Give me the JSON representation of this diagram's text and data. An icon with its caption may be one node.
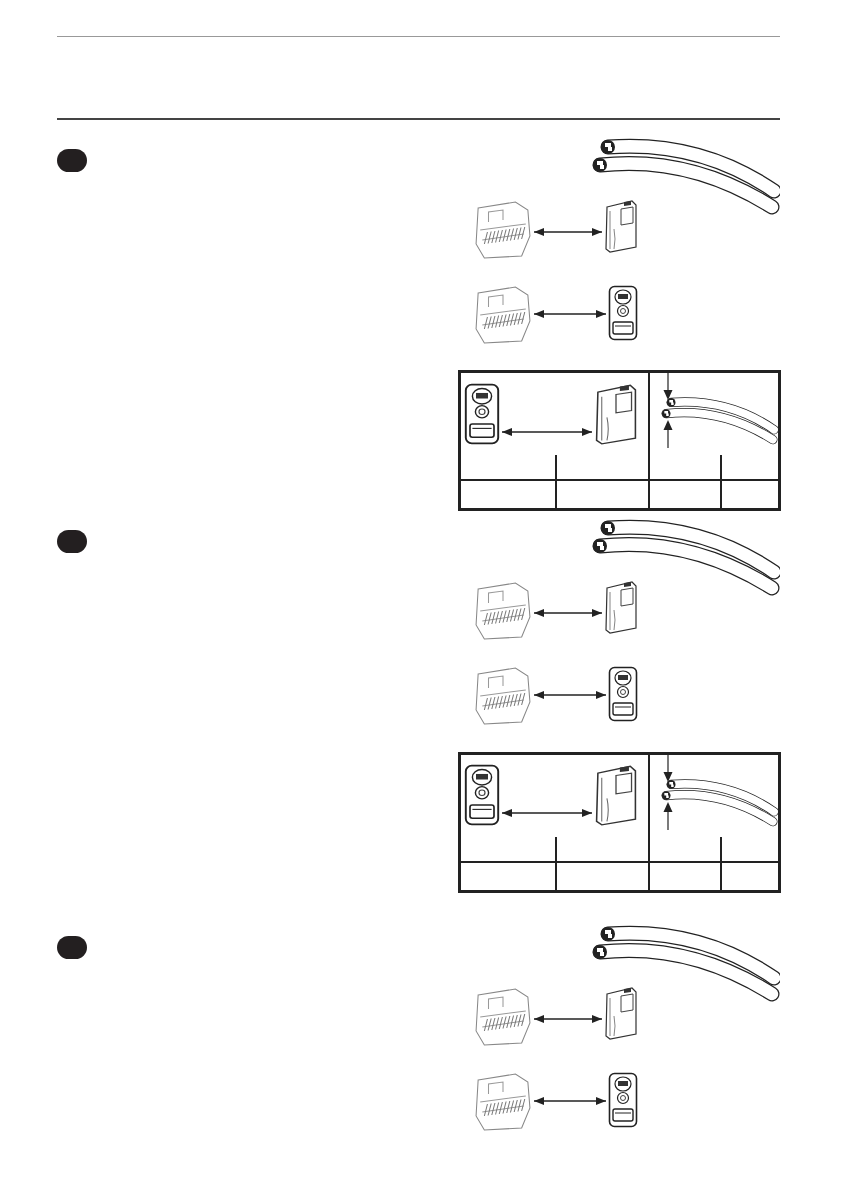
{
  "diagram": {
    "nodes": [
      {
        "text": [],
        "shape": "picture"
      },
      {
        "text": [],
        "shape": "picture"
      },
      {
        "text": [],
        "shape": "picture"
      },
      {
        "text": [],
        "shape": "picture"
      },
      {
        "text": [],
        "shape": "picture"
      },
      {
        "text": [],
        "shape": "picture"
      },
      {
        "text": [],
        "shape": "picture"
      },
      {
        "text": [],
        "shape": "picture"
      },
      {
        "text": [],
        "shape": "picture"
      },
      {
        "text": [],
        "shape": "picture"
      },
      {
        "text": [],
        "shape": "picture"
      },
      {
        "text": [],
        "shape": "picture"
      },
      {
        "text": [],
        "shape": "picture"
      },
      {
        "text": [],
        "shape": "picture"
      },
      {
        "text": [],
        "shape": "picture"
      },
      {
        "text": [],
        "shape": "picture"
      }
    ],
    "edges": [
      {
        "from": 0,
        "to": 1,
        "arrow": "both"
      },
      {
        "from": 2,
        "to": 3,
        "arrow": "both"
      },
      {
        "from": 4,
        "to": 5,
        "arrow": "both"
      },
      {
        "from": 6,
        "to": 7,
        "arrow": "both"
      },
      {
        "from": 8,
        "to": 9,
        "arrow": "both"
      },
      {
        "from": 10,
        "to": 11,
        "arrow": "both"
      },
      {
        "from": 12,
        "to": 13,
        "arrow": "both"
      },
      {
        "from": 14,
        "to": 15,
        "arrow": "both"
      }
    ]
  }
}
